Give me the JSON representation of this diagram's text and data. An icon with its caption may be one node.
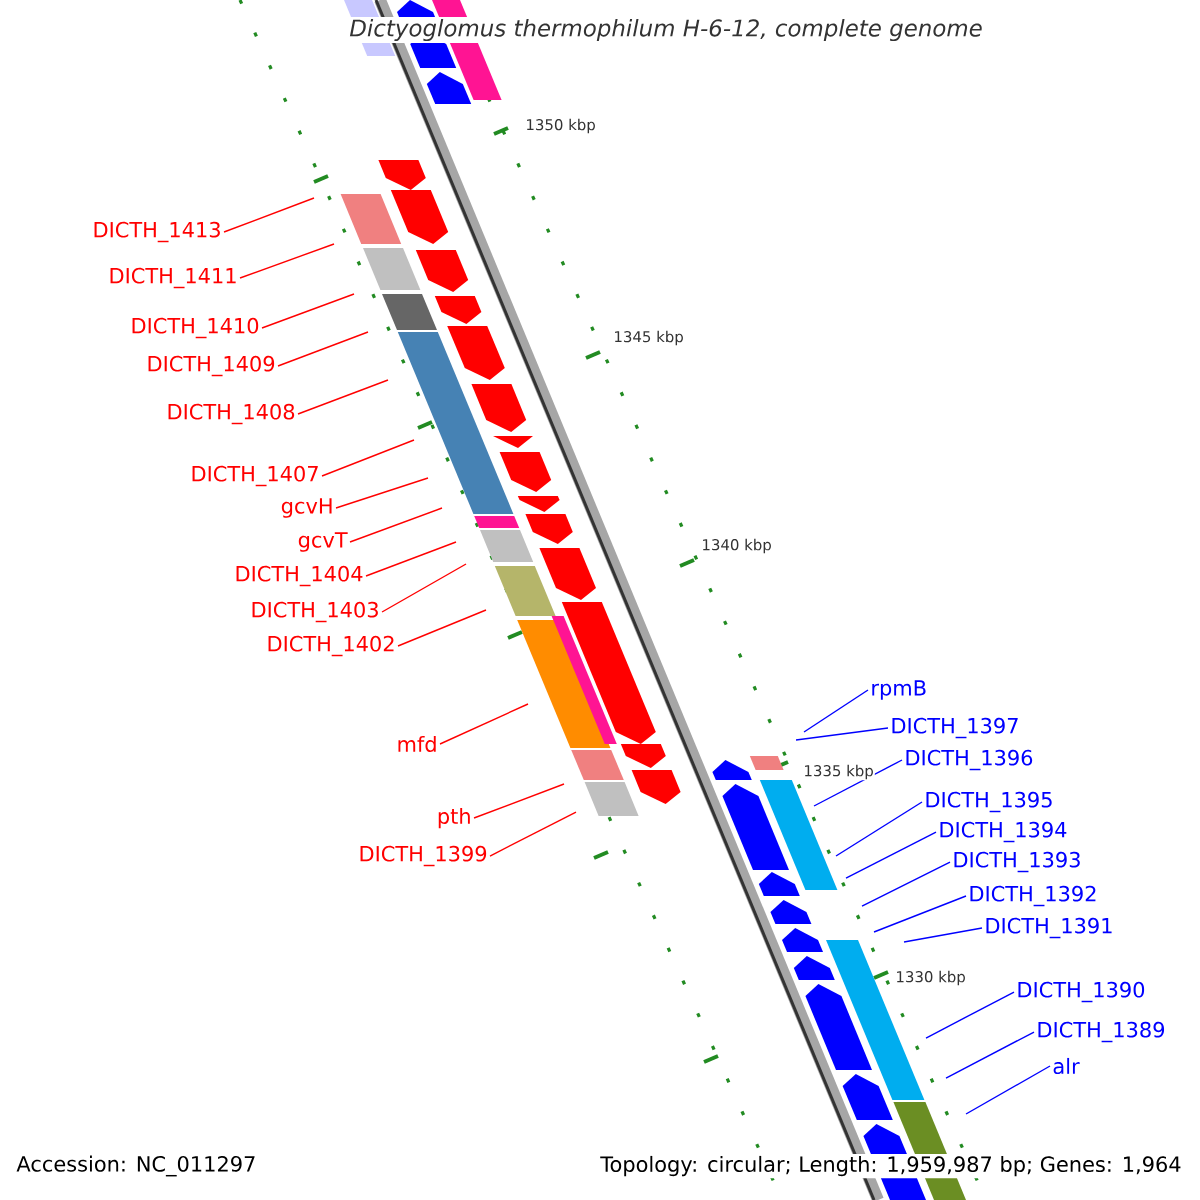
{
  "diagram": {
    "title": "Dictyoglomus thermophilum H-6-12, complete genome",
    "nodes": [
      {
        "text": [
          "DICTH_1413"
        ]
      },
      {
        "text": [
          "DICTH_1411"
        ]
      },
      {
        "text": [
          "DICTH_1410"
        ]
      },
      {
        "text": [
          "DICTH_1409"
        ]
      },
      {
        "text": [
          "DICTH_1408"
        ]
      },
      {
        "text": [
          "DICTH_1407"
        ]
      },
      {
        "text": [
          "gcvH"
        ]
      },
      {
        "text": [
          "gcvT"
        ]
      },
      {
        "text": [
          "DICTH_1404"
        ]
      },
      {
        "text": [
          "DICTH_1403"
        ]
      },
      {
        "text": [
          "DICTH_1402"
        ]
      },
      {
        "text": [
          "mfd"
        ]
      },
      {
        "text": [
          "pth"
        ]
      },
      {
        "text": [
          "DICTH_1399"
        ]
      },
      {
        "text": [
          "rpmB"
        ]
      },
      {
        "text": [
          "DICTH_1397"
        ]
      },
      {
        "text": [
          "DICTH_1396"
        ]
      },
      {
        "text": [
          "DICTH_1395"
        ]
      },
      {
        "text": [
          "DICTH_1394"
        ]
      },
      {
        "text": [
          "DICTH_1393"
        ]
      },
      {
        "text": [
          "DICTH_1392"
        ]
      },
      {
        "text": [
          "DICTH_1391"
        ]
      },
      {
        "text": [
          "DICTH_1390"
        ]
      },
      {
        "text": [
          "DICTH_1389"
        ]
      },
      {
        "text": [
          "alr"
        ]
      }
    ],
    "edges": [
      {
        "from": 0,
        "to": null,
        "arrow": "none"
      },
      {
        "from": 1,
        "to": null,
        "arrow": "none"
      },
      {
        "from": 2,
        "to": null,
        "arrow": "none"
      },
      {
        "from": 3,
        "to": null,
        "arrow": "none"
      },
      {
        "from": 4,
        "to": null,
        "arrow": "none"
      },
      {
        "from": 5,
        "to": null,
        "arrow": "none"
      },
      {
        "from": 6,
        "to": null,
        "arrow": "none"
      },
      {
        "from": 7,
        "to": null,
        "arrow": "none"
      },
      {
        "from": 8,
        "to": null,
        "arrow": "none"
      },
      {
        "from": 9,
        "to": null,
        "arrow": "none"
      },
      {
        "from": 10,
        "to": null,
        "arrow": "none"
      },
      {
        "from": 11,
        "to": null,
        "arrow": "none"
      },
      {
        "from": 12,
        "to": null,
        "arrow": "none"
      },
      {
        "from": 13,
        "to": null,
        "arrow": "none"
      },
      {
        "from": 14,
        "to": null,
        "arrow": "none",
        "color": "#0000ff"
      },
      {
        "from": 15,
        "to": null,
        "arrow": "none",
        "color": "#0000ff"
      },
      {
        "from": 16,
        "to": null,
        "arrow": "none",
        "color": "#0000ff"
      },
      {
        "from": 17,
        "to": null,
        "arrow": "none",
        "color": "#0000ff"
      },
      {
        "from": 18,
        "to": null,
        "arrow": "none",
        "color": "#0000ff"
      },
      {
        "from": 19,
        "to": null,
        "arrow": "none",
        "color": "#0000ff"
      },
      {
        "from": 20,
        "to": null,
        "arrow": "none",
        "color": "#0000ff"
      },
      {
        "from": 21,
        "to": null,
        "arrow": "none",
        "color": "#0000ff"
      },
      {
        "from": 22,
        "to": null,
        "arrow": "none",
        "color": "#0000ff"
      },
      {
        "from": 23,
        "to": null,
        "arrow": "none",
        "color": "#0000ff"
      },
      {
        "from": 24,
        "to": null,
        "arrow": "none",
        "color": "#0000ff"
      }
    ],
    "labels": [
      "1350 kbp",
      "1345 kbp",
      "1340 kbp",
      "1335 kbp",
      "1330 kbp",
      "Accession: NC_011297",
      "Topology: circular; Length: 1,959,987 bp; Genes: 1,964"
    ]
  }
}
